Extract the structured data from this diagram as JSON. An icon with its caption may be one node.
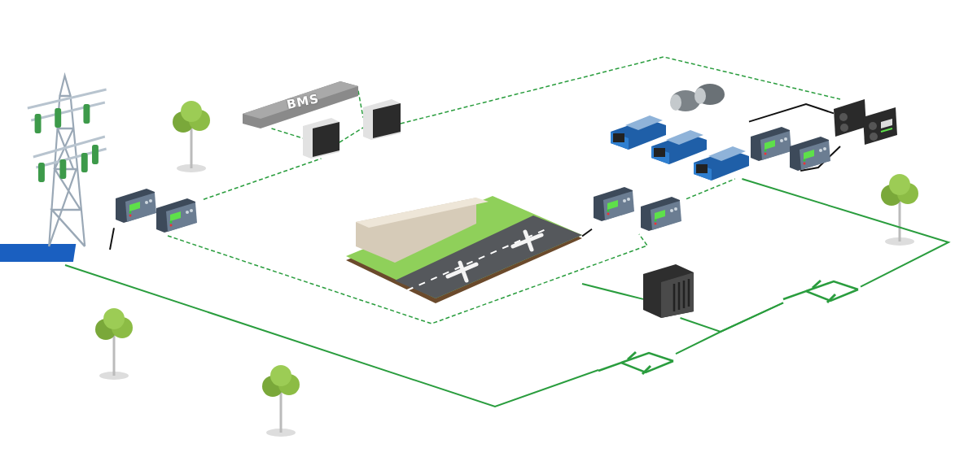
{
  "diagram": {
    "nodes": [
      {
        "text": [],
        "shape": "picture"
      },
      {
        "text": [
          "BMS"
        ]
      },
      {
        "text": [],
        "shape": "picture"
      },
      {
        "text": [],
        "shape": "picture"
      },
      {
        "text": [],
        "shape": "picture"
      },
      {
        "text": [],
        "shape": "picture"
      },
      {
        "text": [],
        "shape": "picture"
      },
      {
        "text": [],
        "shape": "picture"
      },
      {
        "text": [],
        "shape": "picture"
      },
      {
        "text": [],
        "shape": "picture"
      },
      {
        "text": [],
        "shape": "picture"
      },
      {
        "text": [],
        "shape": "picture"
      },
      {
        "text": [],
        "shape": "switch"
      },
      {
        "text": [],
        "shape": "switch"
      }
    ],
    "edges": [
      {
        "from": 0,
        "to": 4,
        "arrow": "none",
        "color": "#111111"
      },
      {
        "from": 0,
        "to": 12,
        "arrow": "none"
      },
      {
        "from": 12,
        "to": 13,
        "arrow": "none"
      },
      {
        "from": 5,
        "to": 11,
        "arrow": "none"
      },
      {
        "from": 11,
        "to": 13,
        "arrow": "none"
      },
      {
        "from": 13,
        "to": 7,
        "arrow": "none"
      },
      {
        "from": 7,
        "to": 10,
        "arrow": "none",
        "color": "#111111"
      },
      {
        "from": 9,
        "to": 10,
        "arrow": "none",
        "color": "#111111"
      },
      {
        "from": 6,
        "to": 5,
        "arrow": "none",
        "color": "#111111"
      },
      {
        "from": 4,
        "to": 2,
        "arrow": "none",
        "style": "dashed"
      },
      {
        "from": 2,
        "to": 3,
        "arrow": "none",
        "style": "dashed"
      },
      {
        "from": 3,
        "to": 10,
        "arrow": "none",
        "style": "dashed"
      },
      {
        "from": 1,
        "to": 2,
        "arrow": "none",
        "style": "dashed"
      },
      {
        "from": 1,
        "to": 3,
        "arrow": "none",
        "style": "dashed"
      },
      {
        "from": 4,
        "to": 6,
        "arrow": "none",
        "style": "dashed"
      },
      {
        "from": 6,
        "to": 7,
        "arrow": "none",
        "style": "dashed"
      }
    ]
  }
}
